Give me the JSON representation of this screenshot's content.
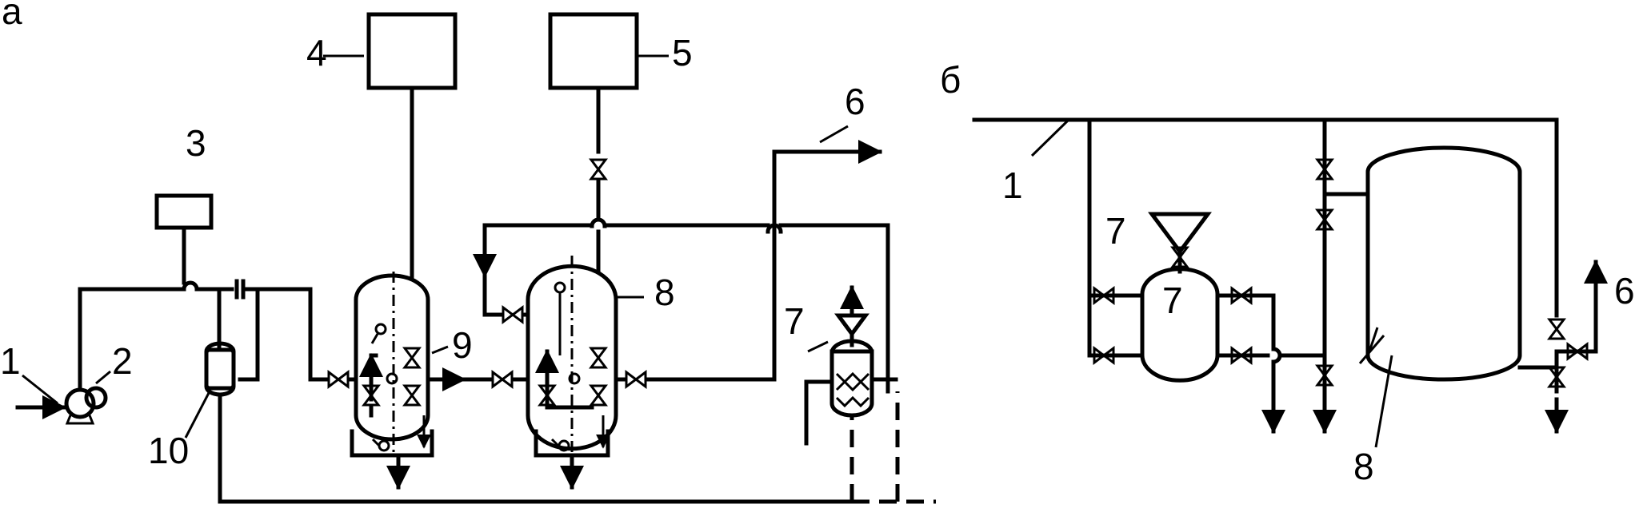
{
  "panels": {
    "a": {
      "letter": "а",
      "labels": [
        "1",
        "2",
        "3",
        "4",
        "5",
        "6",
        "7",
        "8",
        "9",
        "10"
      ]
    },
    "b": {
      "letter": "б",
      "labels": [
        "1",
        "7",
        "8",
        "6"
      ]
    }
  }
}
